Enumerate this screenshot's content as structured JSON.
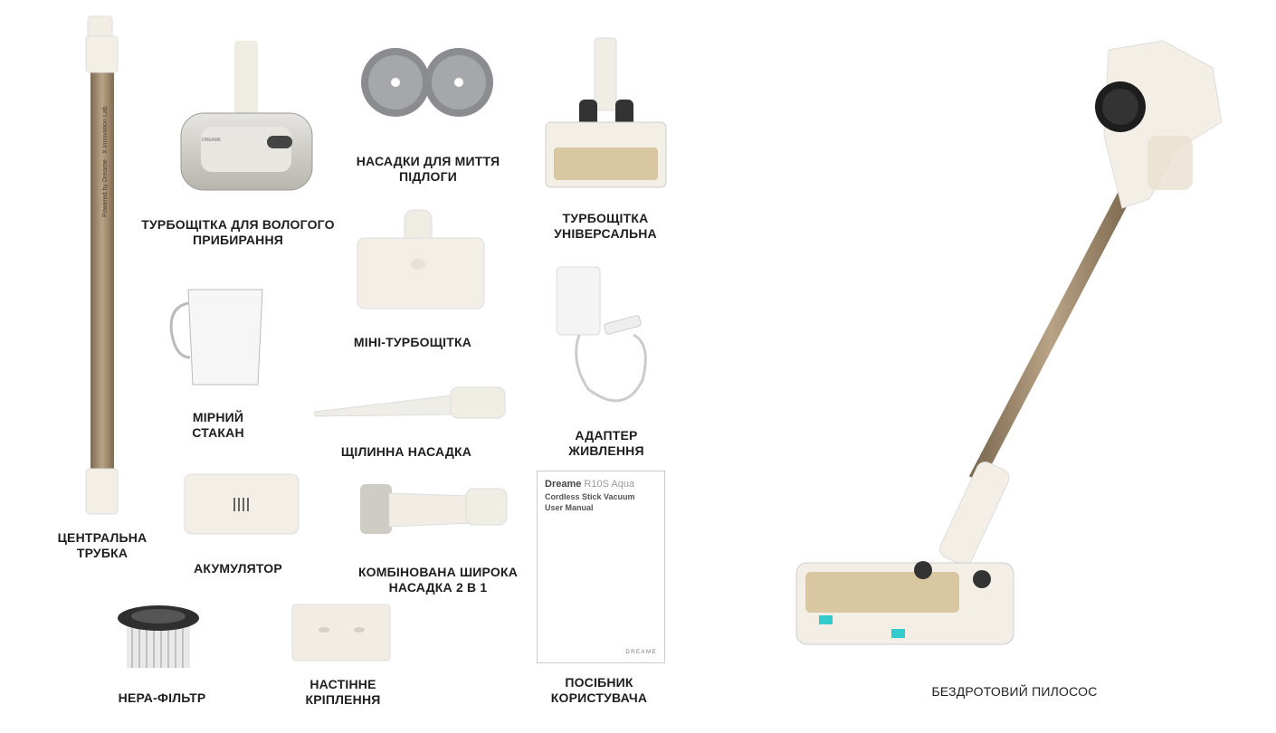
{
  "items": [
    {
      "id": "tube",
      "lines": [
        "ЦЕНТРАЛЬНА",
        "ТРУБКА"
      ],
      "printed_text": "Powered by Dreame · X Innovation Lab"
    },
    {
      "id": "wet-brush",
      "lines": [
        "ТУРБОЩІТКА ДЛЯ ВОЛОГОГО",
        "ПРИБИРАННЯ"
      ],
      "logo": "DREAME"
    },
    {
      "id": "mop-pads",
      "lines": [
        "НАСАДКИ ДЛЯ МИТТЯ",
        "ПІДЛОГИ"
      ]
    },
    {
      "id": "universal-brush",
      "lines": [
        "ТУРБОЩІТКА",
        "УНІВЕРСАЛЬНА"
      ]
    },
    {
      "id": "mini-brush",
      "lines": [
        "МІНІ-ТУРБОЩІТКА"
      ]
    },
    {
      "id": "cup",
      "lines": [
        "МІРНИЙ",
        "СТАКАН"
      ]
    },
    {
      "id": "adapter",
      "lines": [
        "АДАПТЕР",
        "ЖИВЛЕННЯ"
      ]
    },
    {
      "id": "crevice",
      "lines": [
        "ЩІЛИННА НАСАДКА"
      ]
    },
    {
      "id": "battery",
      "lines": [
        "АКУМУЛЯТОР"
      ]
    },
    {
      "id": "combo",
      "lines": [
        "КОМБІНОВАНА ШИРОКА",
        "НАСАДКА 2 В 1"
      ]
    },
    {
      "id": "filter",
      "lines": [
        "НЕРА-ФІЛЬТР"
      ]
    },
    {
      "id": "mount",
      "lines": [
        "НАСТІННЕ",
        "КРІПЛЕННЯ"
      ]
    },
    {
      "id": "manual",
      "lines": [
        "ПОСІБНИК",
        "КОРИСТУВАЧА"
      ]
    },
    {
      "id": "vacuum",
      "lines": [
        "БЕЗДРОТОВИЙ ПИЛОСОС"
      ]
    }
  ],
  "manual": {
    "brand": "Dreame",
    "model": "R10S Aqua",
    "line2": "Cordless Stick Vacuum",
    "line3": "User Manual",
    "logo": "DREAME"
  },
  "colors": {
    "tube": "#a08a6e",
    "body": "#f3efe6",
    "text": "#1e1e1e"
  }
}
